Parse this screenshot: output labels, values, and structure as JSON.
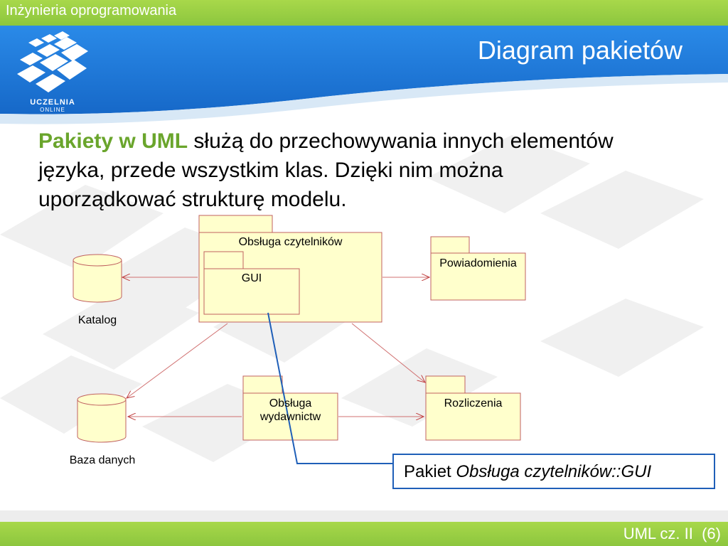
{
  "header": {
    "course_title": "Inżynieria oprogramowania",
    "slide_title": "Diagram pakietów",
    "logo_line1": "UCZELNIA",
    "logo_line2": "ONLINE"
  },
  "body": {
    "highlight": "Pakiety w UML",
    "line1_rest": " służą do przechowywania innych elementów",
    "line2": "języka, przede wszystkim klas. Dzięki nim można",
    "line3": "uporządkować strukturę modelu."
  },
  "diagram": {
    "packages": [
      {
        "id": "obsluga-czytelnikow",
        "name": "Obsługa czytelników"
      },
      {
        "id": "gui",
        "name": "GUI"
      },
      {
        "id": "powiadomienia",
        "name": "Powiadomienia"
      },
      {
        "id": "obsluga-wydawnictw",
        "name_line1": "Obsługa",
        "name_line2": "wydawnictw"
      },
      {
        "id": "rozliczenia",
        "name": "Rozliczenia"
      }
    ],
    "databases": [
      {
        "id": "katalog",
        "name": "Katalog"
      },
      {
        "id": "baza-danych",
        "name": "Baza danych"
      }
    ],
    "note": {
      "prefix": "Pakiet ",
      "italic": "Obsługa czytelników::GUI"
    }
  },
  "footer": {
    "text": "UML cz. II  (6)"
  },
  "colors": {
    "green": "#8cc63e",
    "blue": "#1e78d8",
    "package_fill": "#ffffcc",
    "package_border": "#b03030",
    "note_border": "#1f5fb8"
  }
}
